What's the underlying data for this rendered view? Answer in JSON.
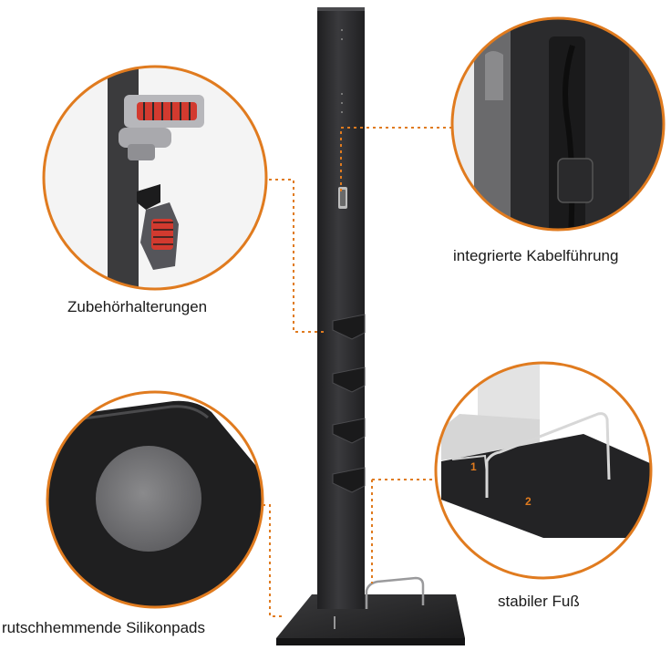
{
  "labels": {
    "accessory_holders": "Zubehörhalterungen",
    "cable_guide": "integrierte Kabelführung",
    "silicone_pads": "rutschhemmende Silikonpads",
    "stable_base": "stabiler Fuß"
  },
  "markers": {
    "one": "1",
    "two": "2"
  },
  "colors": {
    "accent_orange": "#e07b1f",
    "stand_dark": "#2e2e30"
  }
}
